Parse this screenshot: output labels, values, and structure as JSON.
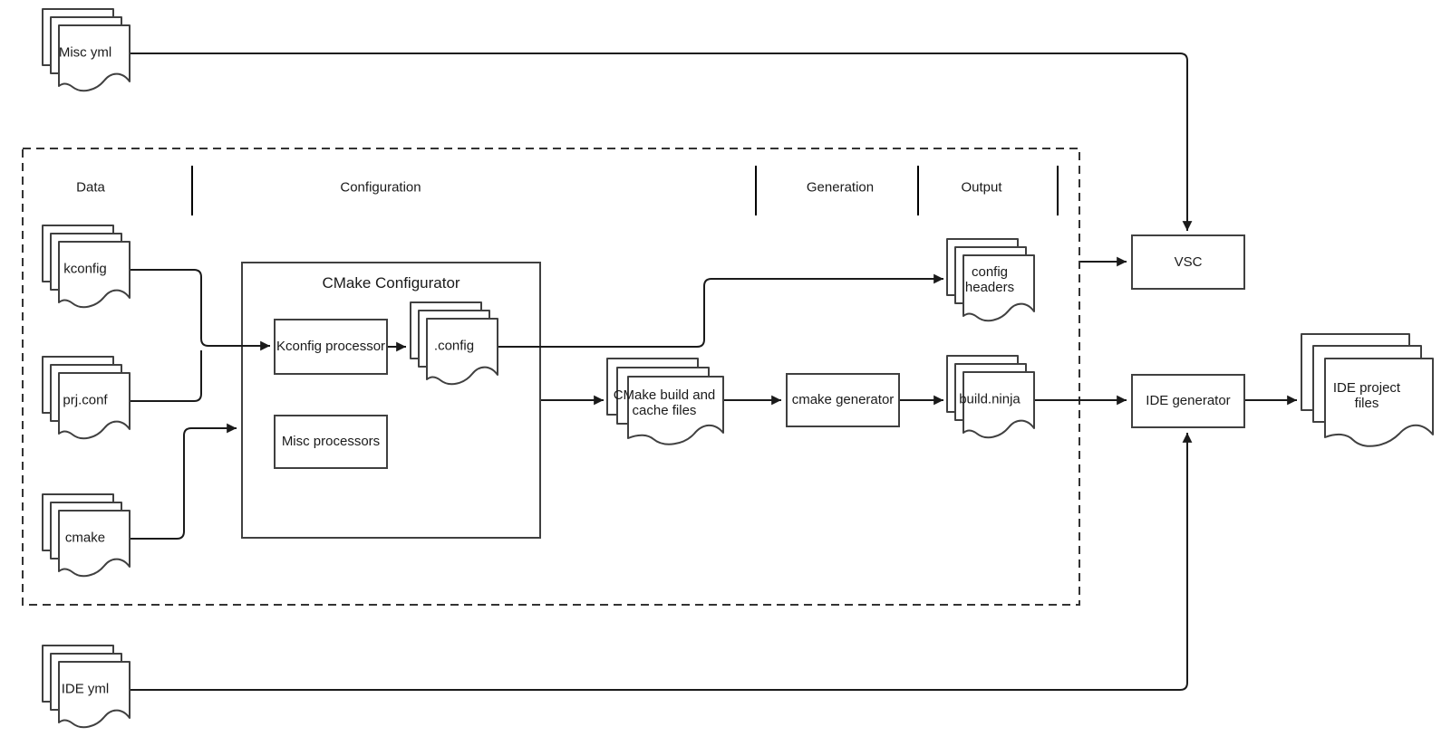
{
  "diagram": {
    "sections": [
      {
        "id": "data",
        "label": "Data"
      },
      {
        "id": "configuration",
        "label": "Configuration"
      },
      {
        "id": "generation",
        "label": "Generation"
      },
      {
        "id": "output",
        "label": "Output"
      }
    ],
    "nodes": {
      "misc_yml": {
        "label": "Misc yml",
        "type": "document-stack"
      },
      "kconfig": {
        "label": "kconfig",
        "type": "document-stack"
      },
      "prj_conf": {
        "label": "prj.conf",
        "type": "document-stack"
      },
      "cmake": {
        "label": "cmake",
        "type": "document-stack"
      },
      "ide_yml": {
        "label": "IDE yml",
        "type": "document-stack"
      },
      "cmake_configurator": {
        "label": "CMake Configurator",
        "type": "container-box"
      },
      "kconfig_processor": {
        "label": "Kconfig processor",
        "type": "box"
      },
      "misc_processors": {
        "label": "Misc processors",
        "type": "box"
      },
      "dot_config": {
        "label": ".config",
        "type": "document-stack"
      },
      "cmake_build_cache": {
        "label": "CMake build and\ncache files",
        "type": "document-stack"
      },
      "cmake_generator": {
        "label": "cmake generator",
        "type": "box"
      },
      "config_headers": {
        "label": "config\nheaders",
        "type": "document-stack"
      },
      "build_ninja": {
        "label": "build.ninja",
        "type": "document-stack"
      },
      "vsc": {
        "label": "VSC",
        "type": "box"
      },
      "ide_generator": {
        "label": "IDE generator",
        "type": "box"
      },
      "ide_project_files": {
        "label": "IDE project files",
        "type": "document-stack"
      }
    },
    "edges": [
      {
        "from": "misc_yml",
        "to": "vsc"
      },
      {
        "from": "kconfig",
        "to": "kconfig_processor"
      },
      {
        "from": "prj_conf",
        "to": "kconfig_processor"
      },
      {
        "from": "cmake",
        "to": "cmake_configurator"
      },
      {
        "from": "kconfig_processor",
        "to": "dot_config"
      },
      {
        "from": "dot_config",
        "to": "config_headers"
      },
      {
        "from": "cmake_configurator",
        "to": "cmake_build_cache"
      },
      {
        "from": "cmake_build_cache",
        "to": "cmake_generator"
      },
      {
        "from": "cmake_generator",
        "to": "build_ninja"
      },
      {
        "from": "build_ninja",
        "to": "ide_generator"
      },
      {
        "from": "ide_generator",
        "to": "ide_project_files"
      },
      {
        "from": "output_section_border",
        "to": "vsc"
      },
      {
        "from": "ide_yml",
        "to": "ide_generator"
      }
    ],
    "colors": {
      "background": "#ffffff",
      "shape_stroke": "#404040",
      "connector": "#1a1a1a",
      "text": "#1a1a1a"
    }
  }
}
